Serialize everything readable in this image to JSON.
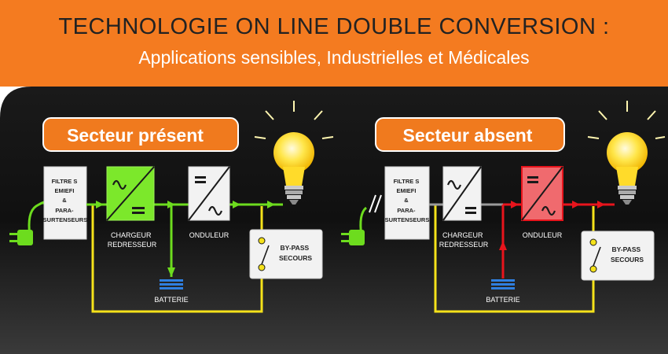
{
  "header": {
    "title": "TECHNOLOGIE ON LINE DOUBLE CONVERSION :",
    "subtitle": "Applications sensibles, Industrielles et Médicales"
  },
  "panels": [
    {
      "heading": "Secteur présent",
      "filter_lines": [
        "FILTRE S",
        "EMIEFI",
        "&",
        "PARA-",
        "SURTENSEURS"
      ],
      "charger_label": [
        "CHARGEUR",
        "REDRESSEUR"
      ],
      "inverter_label": "ONDULEUR",
      "bypass_label": [
        "BY-PASS",
        "SECOURS"
      ],
      "battery_label": "BATTERIE"
    },
    {
      "heading": "Secteur absent",
      "filter_lines": [
        "FILTRE S",
        "EMIEFI",
        "&",
        "PARA-",
        "SURTENSEURS"
      ],
      "charger_label": [
        "CHARGEUR",
        "REDRESSEUR"
      ],
      "inverter_label": "ONDULEUR",
      "bypass_label": [
        "BY-PASS",
        "SECOURS"
      ],
      "battery_label": "BATTERIE"
    }
  ],
  "colors": {
    "banner": "#f47b20",
    "active_flow_panel1": "#6ddc1e",
    "active_flow_panel2": "#e8141c",
    "bypass_line": "#f5e21a",
    "battery": "#2f7fe0"
  }
}
